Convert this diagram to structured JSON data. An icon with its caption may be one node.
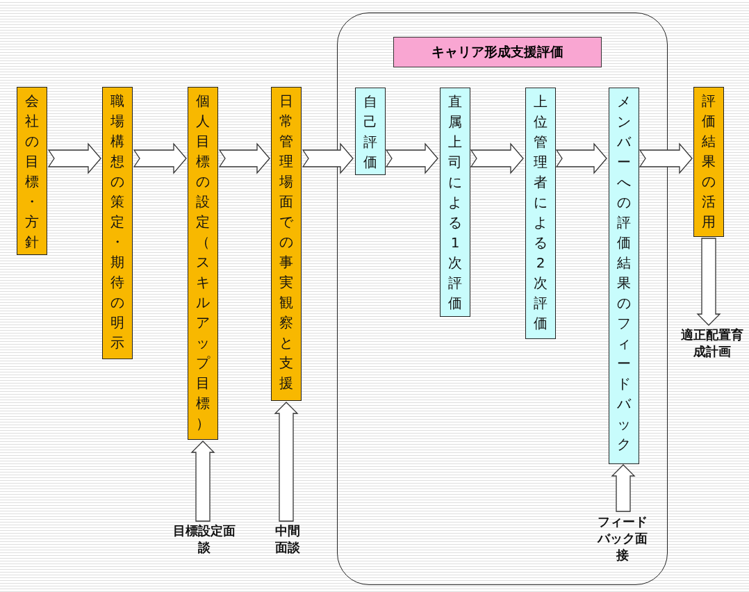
{
  "diagram": {
    "nodes": [
      {
        "text": [
          "会社の目標・方針"
        ]
      },
      {
        "text": [
          "職場構想の策定・期待の明示"
        ]
      },
      {
        "text": [
          "個人目標の設定（スキルアップ目標）"
        ]
      },
      {
        "text": [
          "日常管理場面での事実観察と支援"
        ]
      },
      {
        "text": [],
        "shape": "box"
      },
      {
        "text": [
          "キャリア形成支援評価"
        ],
        "in": 4
      },
      {
        "text": [
          "自己評価"
        ],
        "in": 4
      },
      {
        "text": [
          "直属上司による1次評価"
        ],
        "in": 4
      },
      {
        "text": [
          "上位管理者による2次評価"
        ],
        "in": 4
      },
      {
        "text": [
          "メンバーへの評価結果のフィードバック"
        ],
        "in": 4
      },
      {
        "text": [
          "評価結果の活用"
        ]
      },
      {
        "text": [
          "適正配置育成計画"
        ]
      },
      {
        "text": [
          "目標設定面談"
        ]
      },
      {
        "text": [
          "中間面談"
        ]
      },
      {
        "text": [
          "フィードバック面接"
        ],
        "in": 4
      }
    ],
    "edges": [
      {
        "from": 0,
        "to": 1,
        "arrow": "to"
      },
      {
        "from": 1,
        "to": 2,
        "arrow": "to"
      },
      {
        "from": 2,
        "to": 3,
        "arrow": "to"
      },
      {
        "from": 3,
        "to": 6,
        "arrow": "to"
      },
      {
        "from": 6,
        "to": 7,
        "arrow": "to"
      },
      {
        "from": 7,
        "to": 8,
        "arrow": "to"
      },
      {
        "from": 8,
        "to": 9,
        "arrow": "to"
      },
      {
        "from": 9,
        "to": 10,
        "arrow": "to"
      },
      {
        "from": 10,
        "to": 11,
        "arrow": "to"
      },
      {
        "from": 12,
        "to": 2,
        "arrow": "to"
      },
      {
        "from": 13,
        "to": 3,
        "arrow": "to"
      },
      {
        "from": 14,
        "to": 9,
        "arrow": "to"
      }
    ]
  }
}
